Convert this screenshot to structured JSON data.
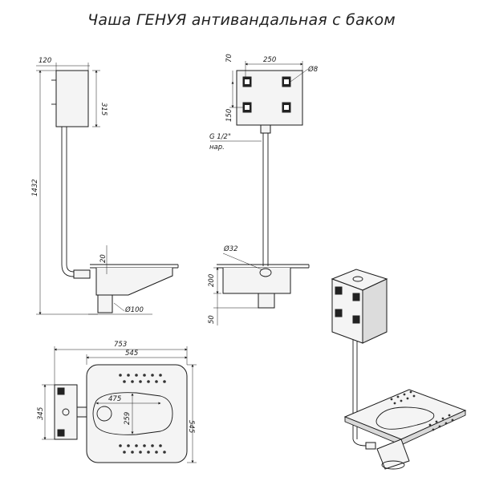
{
  "title": "Чаша ГЕНУЯ антивандальная с баком",
  "side_view": {
    "dim_tank_depth": "120",
    "dim_tank_height": "315",
    "dim_total_height": "1432",
    "dim_pipe_offset": "20",
    "dim_outlet": "Ø100"
  },
  "front_view": {
    "dim_tank_width": "250",
    "dim_top_offset": "70",
    "dim_hole": "Ø8",
    "dim_hole_spacing": "150",
    "dim_thread": "G 1/2\"",
    "dim_thread_note": "нар.",
    "dim_flush_pipe": "Ø32",
    "dim_bowl_height": "200",
    "dim_outlet_height": "50"
  },
  "top_view": {
    "dim_overall_width": "753",
    "dim_bowl_width": "545",
    "dim_bowl_depth": "545",
    "dim_tank_side": "345",
    "dim_opening_length": "475",
    "dim_opening_width": "259"
  }
}
